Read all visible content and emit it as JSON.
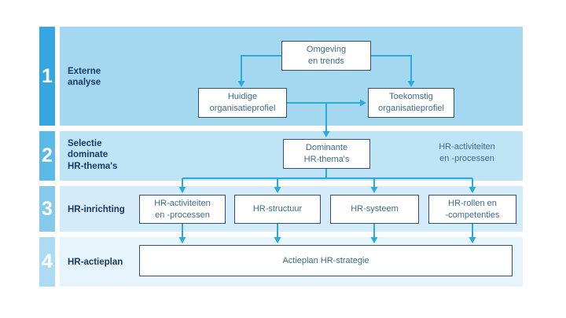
{
  "colors": {
    "arrow": "#29abe2",
    "step1": "#35a7de",
    "step2": "#5cbae7",
    "step3": "#85c9ec",
    "step4": "#abdcf4",
    "band1": "#a4d8f0",
    "band2": "#bfe4f6",
    "band3": "#d4ecf9",
    "band4": "#e6f4fb",
    "box_border": "#33506e",
    "box_text": "#3e6a8d",
    "label_text": "#1a3a66",
    "box_fill": "#ffffff",
    "page_bg": "#ffffff"
  },
  "rows": [
    {
      "number": "1",
      "label": "Externe\nanalyse"
    },
    {
      "number": "2",
      "label": "Selectie\ndominate\nHR-thema's"
    },
    {
      "number": "3",
      "label": "HR-inrichting"
    },
    {
      "number": "4",
      "label": "HR-actieplan"
    }
  ],
  "boxes": {
    "omgeving": "Omgeving\nen trends",
    "huidige": "Huidige\norganisatieprofiel",
    "toekomstig": "Toekomstig\norganisatieprofiel",
    "dominante": "Dominante\nHR-thema's",
    "activiteiten": "HR-activiteiten\nen -processen",
    "structuur": "HR-structuur",
    "systeem": "HR-systeem",
    "rollen": "HR-rollen en\n-competenties",
    "actieplan": "Actieplan HR-strategie"
  },
  "annotations": {
    "hr_note": "HR-activiteiten\nen -processen"
  }
}
